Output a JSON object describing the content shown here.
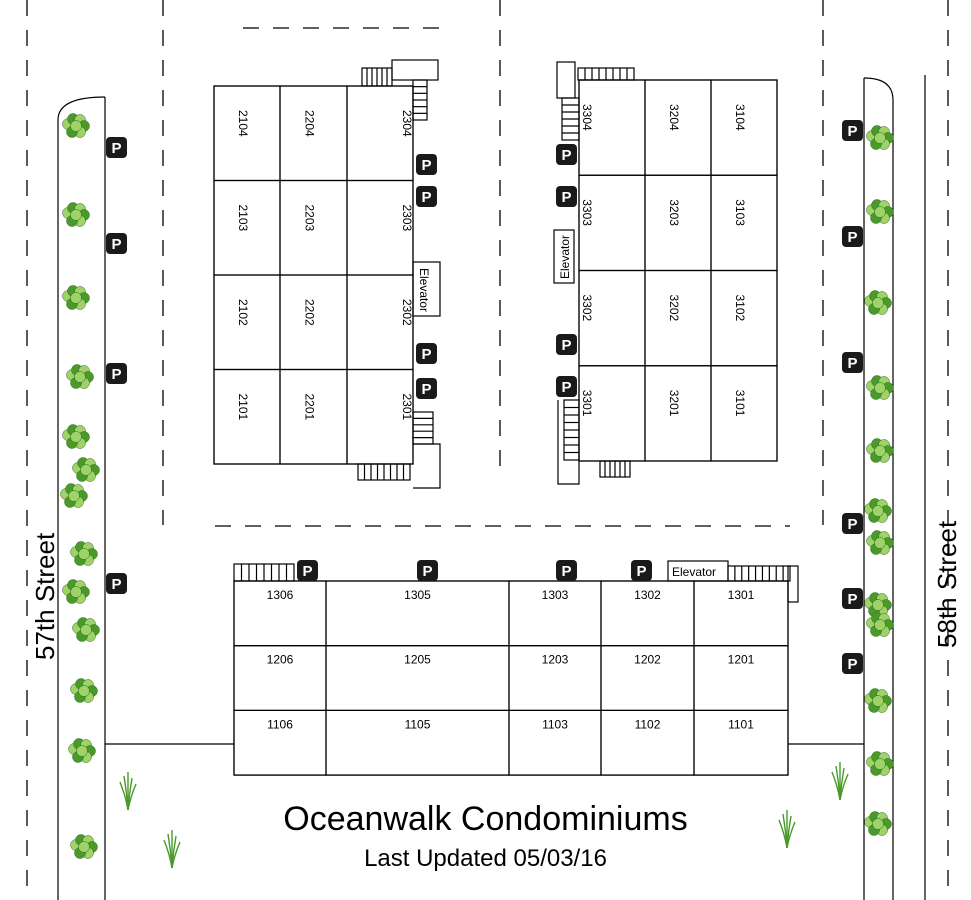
{
  "title": "Oceanwalk Condominiums",
  "subtitle": "Last Updated 05/03/16",
  "streets": {
    "left": "57th Street",
    "right": "58th Street"
  },
  "elevator_label": "Elevator",
  "parking_label": "P",
  "building_2000": {
    "rows": [
      [
        "2104",
        "2204",
        "2304"
      ],
      [
        "2103",
        "2203",
        "2303"
      ],
      [
        "2102",
        "2202",
        "2302"
      ],
      [
        "2101",
        "2201",
        "2301"
      ]
    ]
  },
  "building_3000": {
    "rows": [
      [
        "3304",
        "3204",
        "3104"
      ],
      [
        "3303",
        "3203",
        "3103"
      ],
      [
        "3302",
        "3202",
        "3102"
      ],
      [
        "3301",
        "3201",
        "3101"
      ]
    ]
  },
  "building_1000": {
    "rows": [
      [
        "1306",
        "1305",
        "1303",
        "1302",
        "1301"
      ],
      [
        "1206",
        "1205",
        "1203",
        "1202",
        "1201"
      ],
      [
        "1106",
        "1105",
        "1103",
        "1102",
        "1101"
      ]
    ]
  },
  "colors": {
    "shrub": "#4a9a2a",
    "shrub_light": "#9fd36a",
    "parking_bg": "#1a1a1a",
    "line": "#000000"
  },
  "icons": [
    "parking-icon",
    "shrub-icon",
    "grass-icon",
    "stairs-icon"
  ]
}
